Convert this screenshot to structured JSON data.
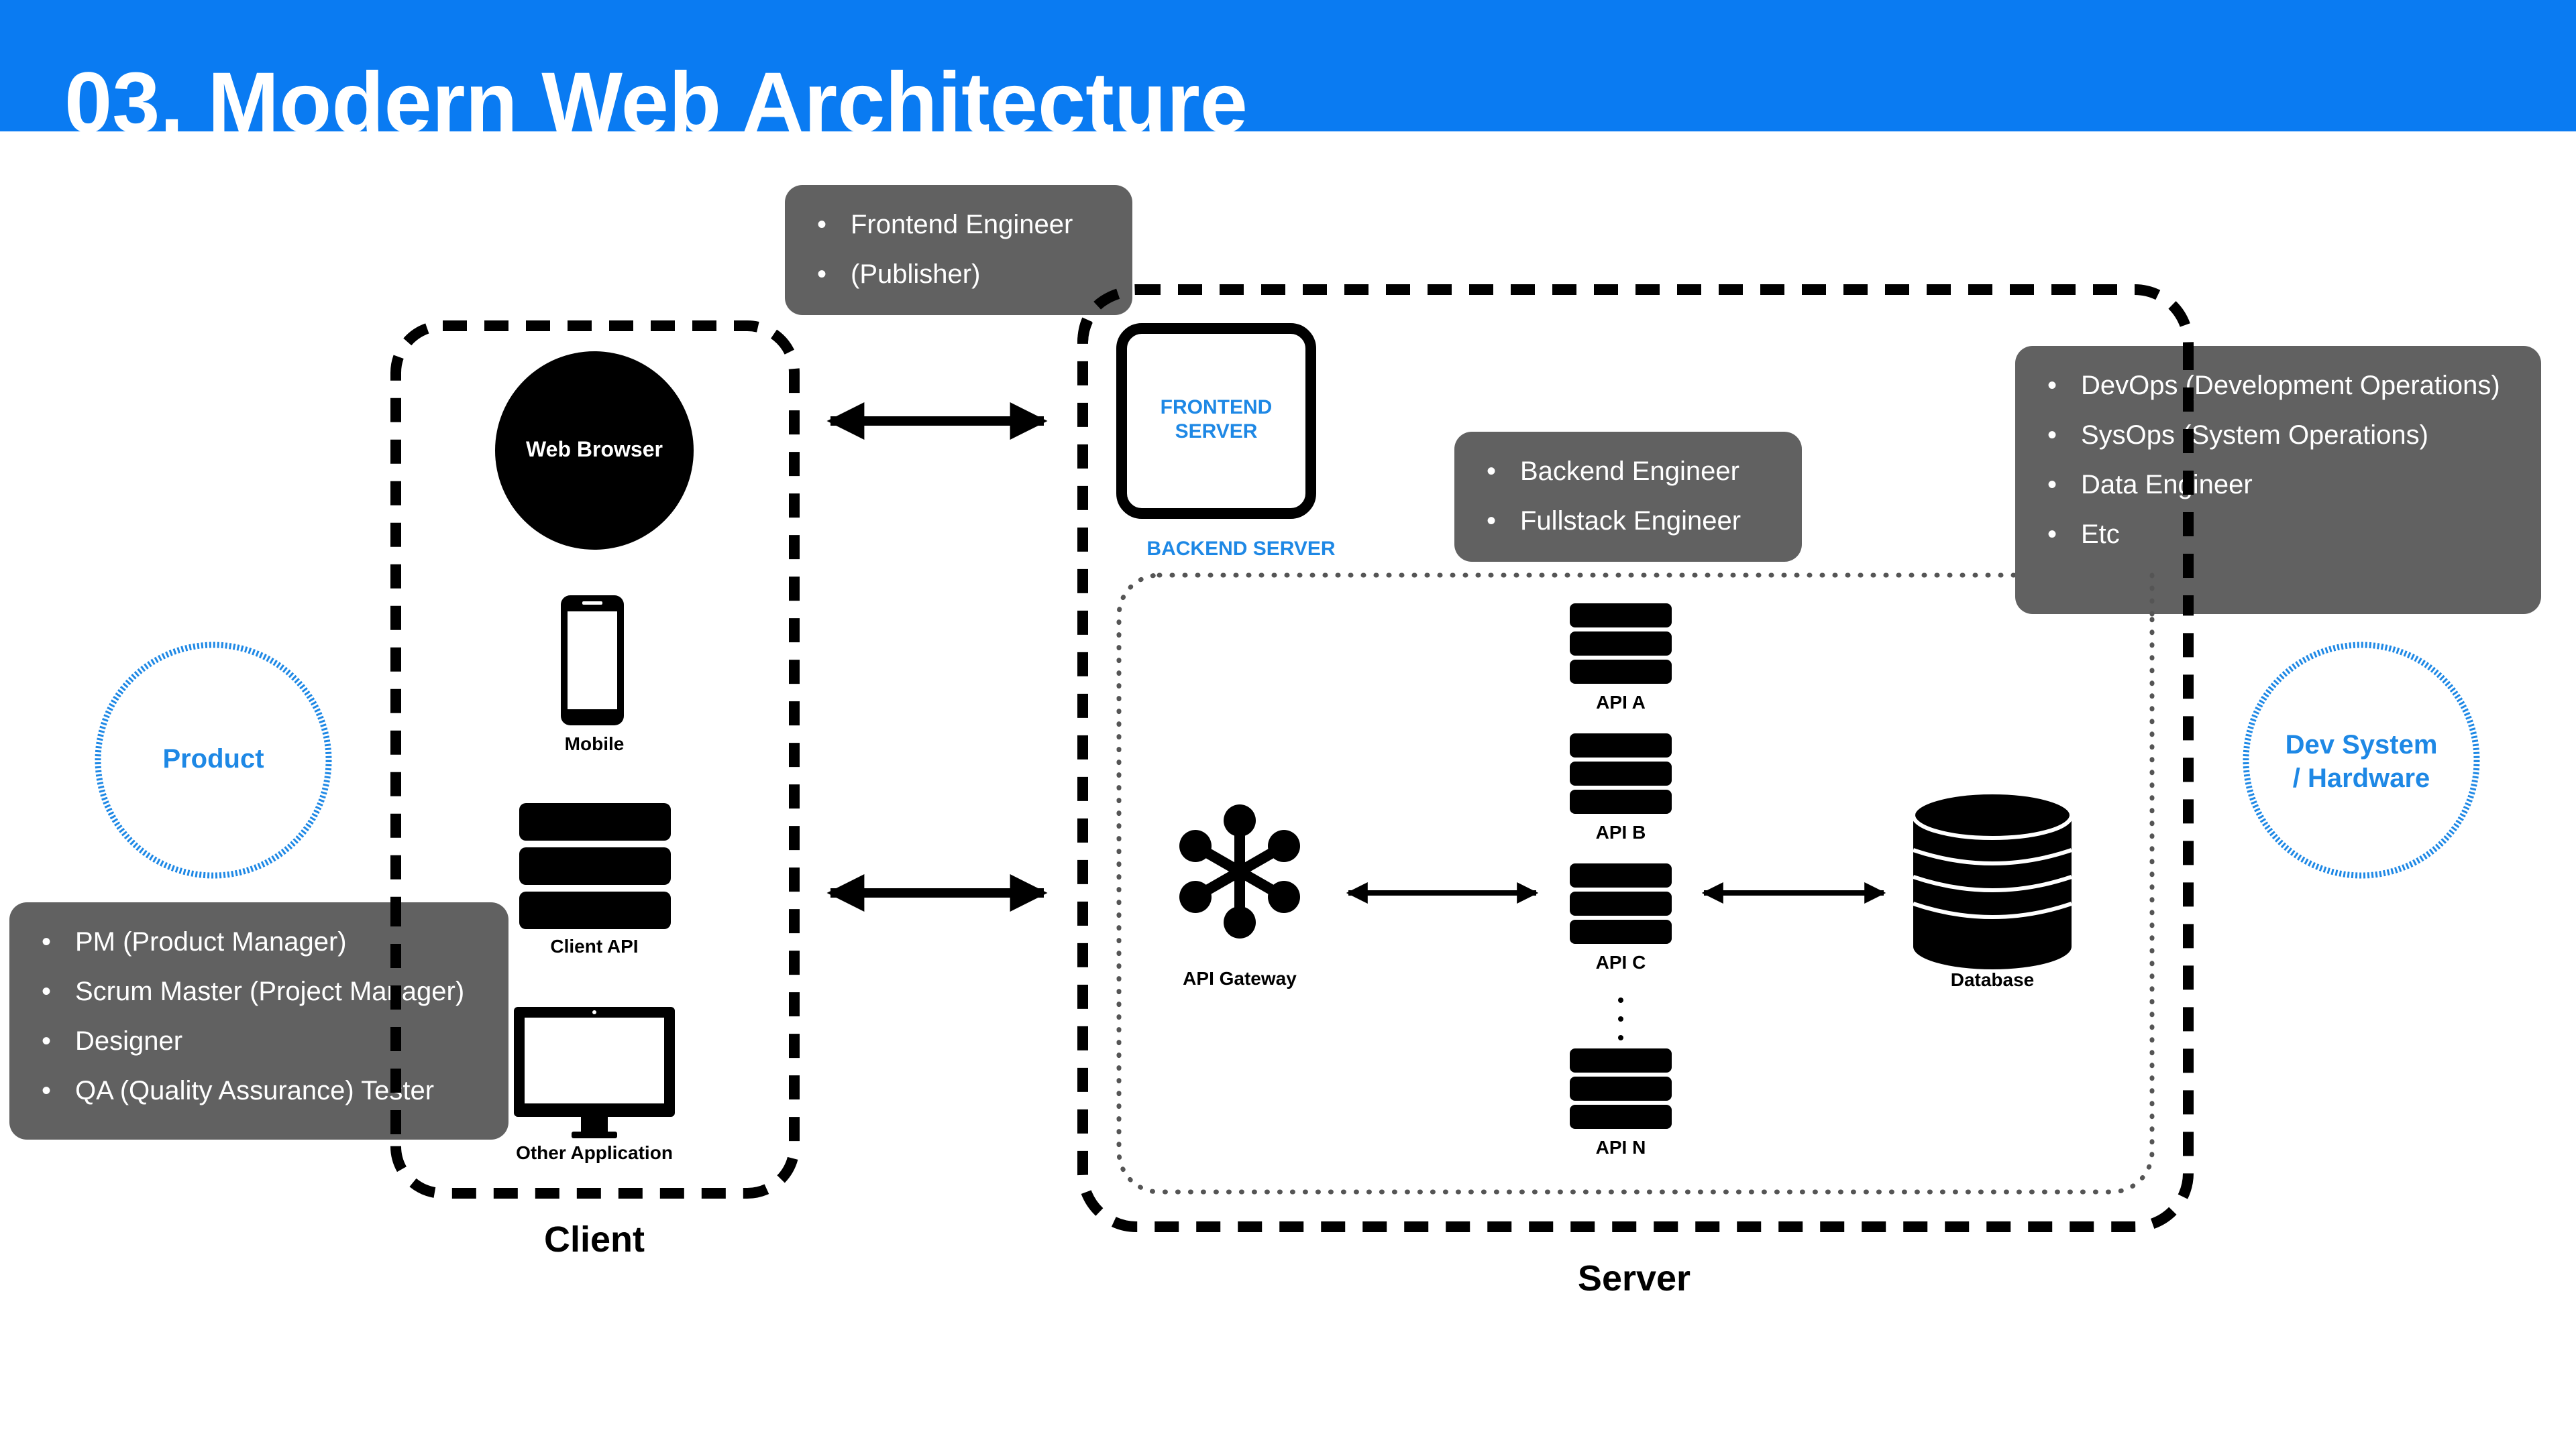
{
  "title": "03. Modern Web Architecture",
  "colors": {
    "accent": "#0A7BF2",
    "label_blue": "#1E88E5",
    "note_bg": "#616161",
    "stroke": "#000000"
  },
  "client": {
    "label": "Client",
    "web_browser": "Web Browser",
    "mobile": "Mobile",
    "client_api": "Client API",
    "other_app": "Other Application"
  },
  "server": {
    "label": "Server",
    "frontend_server": "FRONTEND\nSERVER",
    "backend_server": "BACKEND SERVER",
    "api_gateway": "API Gateway",
    "apis": [
      "API A",
      "API B",
      "API C",
      "API N"
    ],
    "database": "Database"
  },
  "circles": {
    "product": "Product",
    "dev_system": "Dev System\n/ Hardware"
  },
  "notes": {
    "frontend_roles": [
      "Frontend Engineer",
      "(Publisher)"
    ],
    "backend_roles": [
      "Backend Engineer",
      "Fullstack Engineer"
    ],
    "ops_roles": [
      "DevOps (Development Operations)",
      "SysOps (System Operations)",
      "Data Engineer",
      "Etc"
    ],
    "product_roles": [
      "PM (Product Manager)",
      "Scrum Master (Project Manager)",
      "Designer",
      "QA (Quality Assurance) Tester"
    ]
  }
}
